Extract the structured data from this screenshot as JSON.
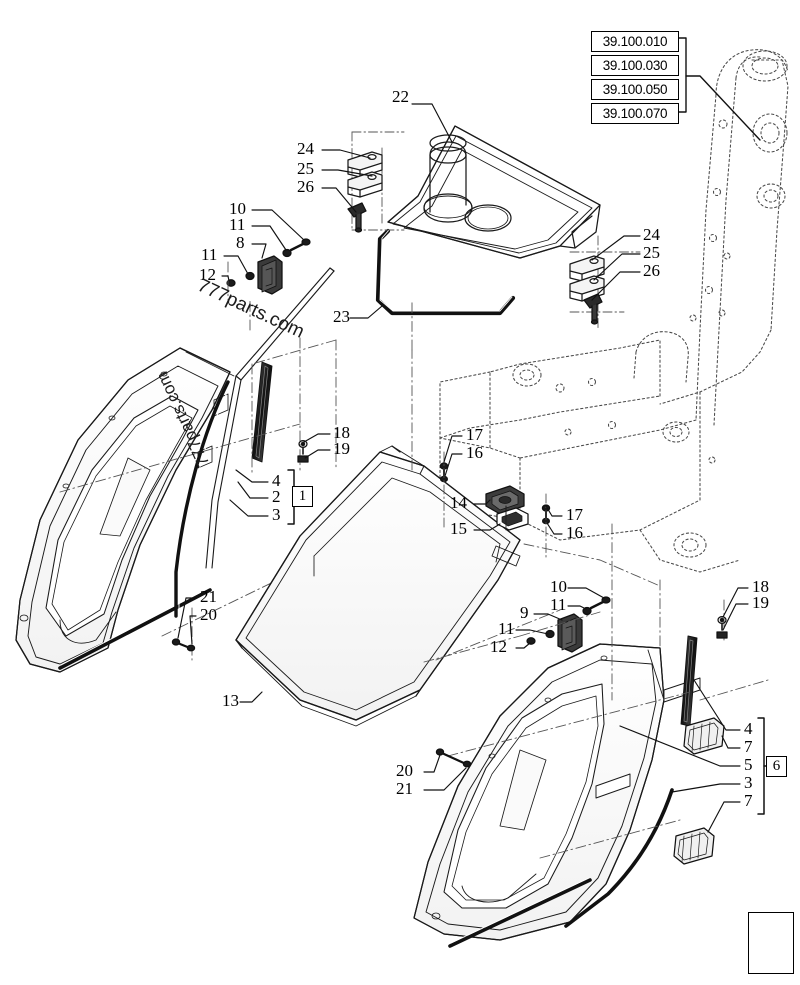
{
  "document": {
    "type": "exploded-parts-diagram",
    "subject": "Cab roof, hatch, doors and seals assembly"
  },
  "reference_codes": [
    "39.100.010",
    "39.100.030",
    "39.100.050",
    "39.100.070"
  ],
  "group_boxes": [
    {
      "id": "group-1",
      "label": "1"
    },
    {
      "id": "group-6",
      "label": "6"
    }
  ],
  "callouts": [
    {
      "id": "c-22",
      "label": "22"
    },
    {
      "id": "c-24-l",
      "label": "24"
    },
    {
      "id": "c-25-l",
      "label": "25"
    },
    {
      "id": "c-26-l",
      "label": "26"
    },
    {
      "id": "c-24-r",
      "label": "24"
    },
    {
      "id": "c-25-r",
      "label": "25"
    },
    {
      "id": "c-26-r",
      "label": "26"
    },
    {
      "id": "c-10-l",
      "label": "10"
    },
    {
      "id": "c-11-a",
      "label": "11"
    },
    {
      "id": "c-8",
      "label": "8"
    },
    {
      "id": "c-11-b",
      "label": "11"
    },
    {
      "id": "c-12-l",
      "label": "12"
    },
    {
      "id": "c-23",
      "label": "23"
    },
    {
      "id": "c-18-l",
      "label": "18"
    },
    {
      "id": "c-19-l",
      "label": "19"
    },
    {
      "id": "c-4-l",
      "label": "4"
    },
    {
      "id": "c-2-l",
      "label": "2"
    },
    {
      "id": "c-3-l",
      "label": "3"
    },
    {
      "id": "c-17-a",
      "label": "17"
    },
    {
      "id": "c-16-a",
      "label": "16"
    },
    {
      "id": "c-14",
      "label": "14"
    },
    {
      "id": "c-15",
      "label": "15"
    },
    {
      "id": "c-17-b",
      "label": "17"
    },
    {
      "id": "c-16-b",
      "label": "16"
    },
    {
      "id": "c-21-l",
      "label": "21"
    },
    {
      "id": "c-20-l",
      "label": "20"
    },
    {
      "id": "c-13",
      "label": "13"
    },
    {
      "id": "c-10-r",
      "label": "10"
    },
    {
      "id": "c-11-c",
      "label": "11"
    },
    {
      "id": "c-9",
      "label": "9"
    },
    {
      "id": "c-11-d",
      "label": "11"
    },
    {
      "id": "c-12-r",
      "label": "12"
    },
    {
      "id": "c-18-r",
      "label": "18"
    },
    {
      "id": "c-19-r",
      "label": "19"
    },
    {
      "id": "c-20-b",
      "label": "20"
    },
    {
      "id": "c-21-b",
      "label": "21"
    },
    {
      "id": "c-4-r",
      "label": "4"
    },
    {
      "id": "c-7-a",
      "label": "7"
    },
    {
      "id": "c-5-r",
      "label": "5"
    },
    {
      "id": "c-3-r",
      "label": "3"
    },
    {
      "id": "c-7-b",
      "label": "7"
    }
  ],
  "watermarks": [
    {
      "id": "wm-top",
      "text": "777parts.com"
    },
    {
      "id": "wm-left",
      "text": "777parts.com"
    }
  ],
  "icons": {
    "orientation": "view-direction-icon"
  },
  "colors": {
    "line": "#1a1a1a",
    "phantom": "#555555",
    "background": "#ffffff",
    "shade": "#e9e9e9"
  }
}
